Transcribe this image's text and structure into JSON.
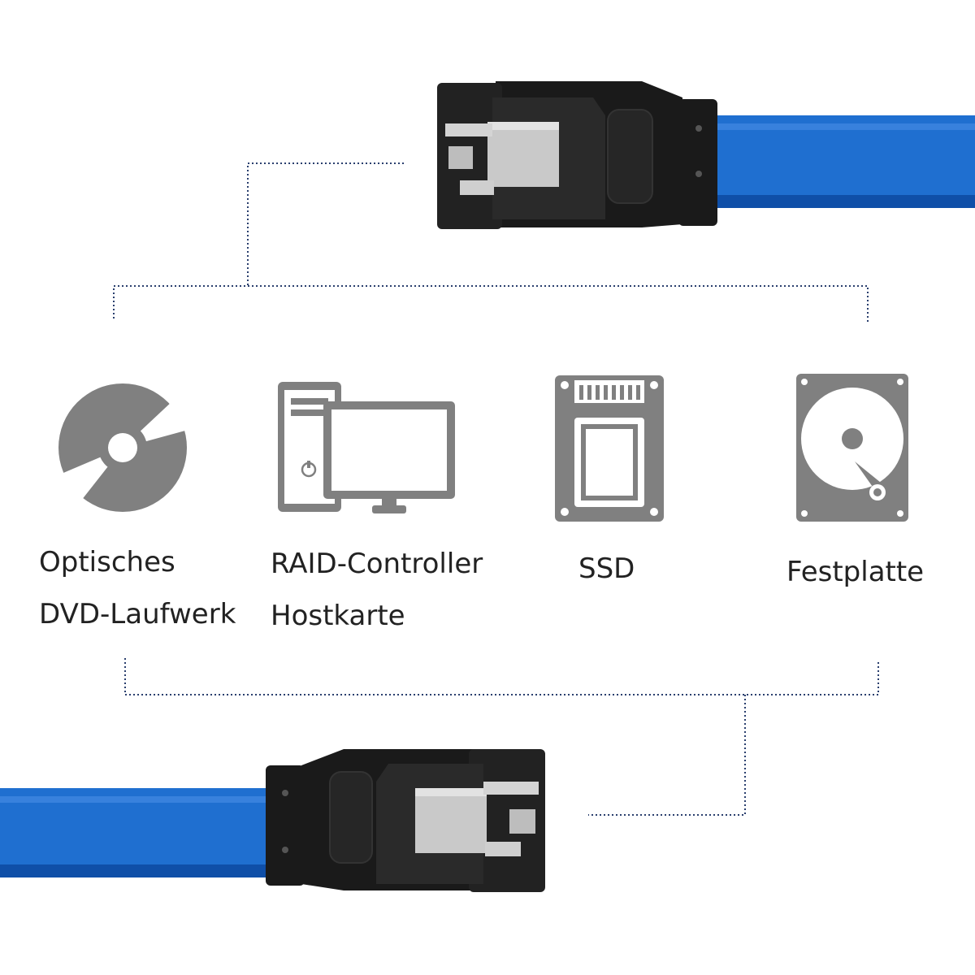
{
  "colors": {
    "cable_blue": "#1f6fd0",
    "cable_blue_dark": "#0f4fa8",
    "connector_black": "#1a1a1a",
    "connector_edge": "#3a3a3a",
    "metal_clip": "#c9c9c9",
    "icon_gray": "#808080",
    "dotted_line": "#2a3f6e",
    "text": "#222222"
  },
  "devices": [
    {
      "icon": "optical-disc-icon",
      "lines": [
        "Optisches",
        "DVD-Laufwerk"
      ]
    },
    {
      "icon": "desktop-computer-icon",
      "lines": [
        "RAID-Controller",
        "Hostkarte"
      ]
    },
    {
      "icon": "ssd-icon",
      "lines": [
        "SSD"
      ]
    },
    {
      "icon": "hard-disk-icon",
      "lines": [
        "Festplatte"
      ]
    }
  ]
}
